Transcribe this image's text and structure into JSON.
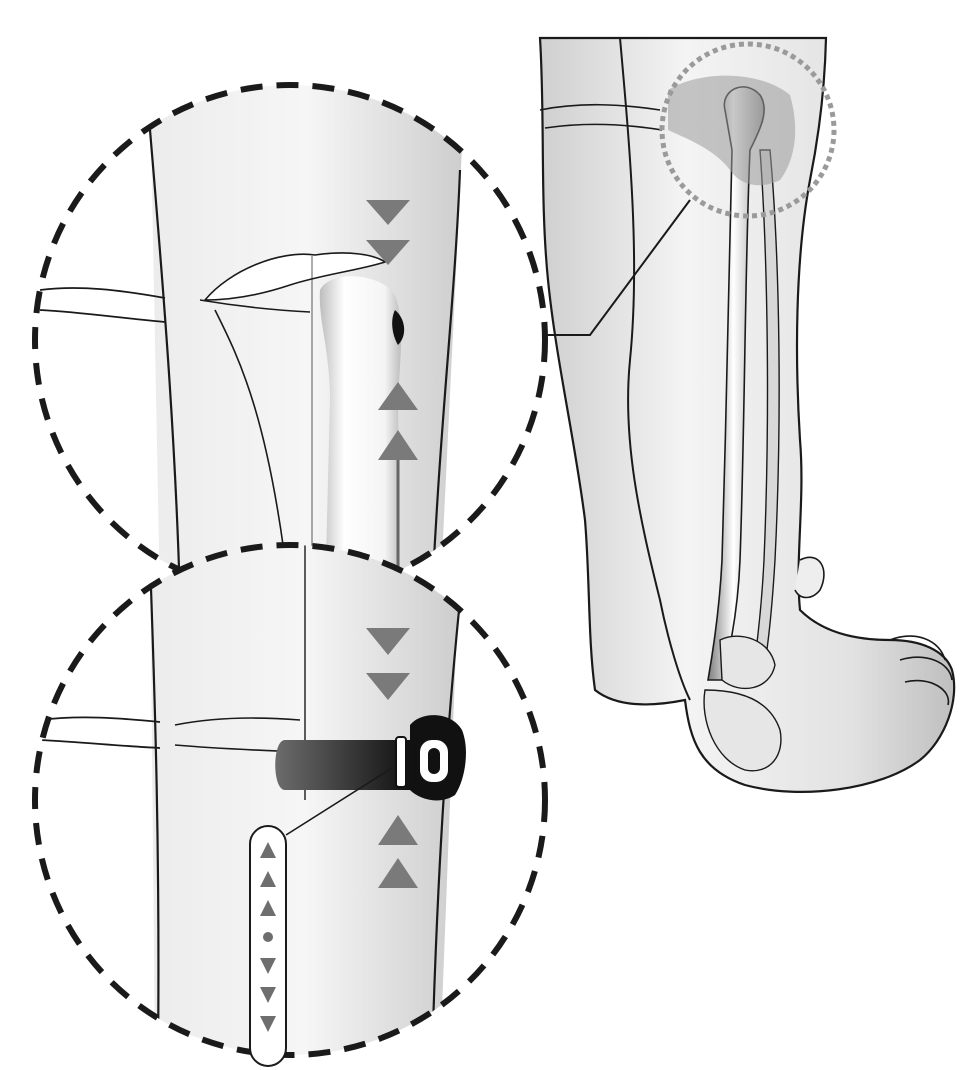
{
  "figure": {
    "description_text": "",
    "colors": {
      "background": "#ffffff",
      "outline": "#1a1a1a",
      "skin_light": "#f1f1f1",
      "skin_shade": "#d2d2d2",
      "bone_light": "#ffffff",
      "bone_shade": "#8a8a8a",
      "arrow_gray": "#7a7a7a",
      "strap_dark": "#1c1c1c",
      "dashed_circle": "#1a1a1a",
      "small_circle": "#9a9a9a"
    },
    "icons": {
      "arrow_down": "triangle-down",
      "arrow_up": "triangle-up",
      "dot": "circle"
    },
    "compression_indicator": {
      "symbols": [
        "up",
        "up",
        "up",
        "dot",
        "down",
        "down",
        "down"
      ]
    }
  }
}
